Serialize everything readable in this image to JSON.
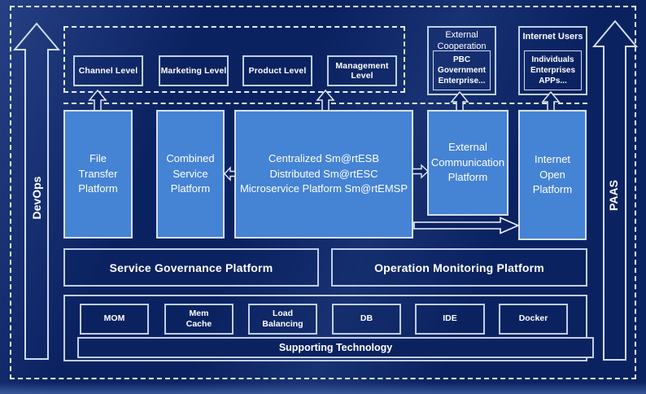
{
  "diagram": {
    "rails": {
      "devops": "DevOps",
      "paas": "PAAS"
    },
    "levels": [
      "Channel Level",
      "Marketing Level",
      "Product Level",
      "Management Level"
    ],
    "external_cooperation": {
      "title": "External\nCooperation",
      "member": "PBC Government\nEnterprise..."
    },
    "internet_users": {
      "title": "Internet Users",
      "member": "Individuals\nEnterprises\nAPPs..."
    },
    "platforms": {
      "file_transfer": "File\nTransfer\nPlatform",
      "combined_service": "Combined\nService\nPlatform",
      "central": "Centralized Sm@rtESB\nDistributed Sm@rtESC\nMicroservice Platform Sm@rtEMSP",
      "external_communication": "External\nCommunication\nPlatform",
      "internet_open": "Internet\nOpen\nPlatform"
    },
    "governance": "Service Governance Platform",
    "monitoring": "Operation Monitoring Platform",
    "technologies": [
      "MOM",
      "Mem\nCache",
      "Load\nBalancing",
      "DB",
      "IDE",
      "Docker"
    ],
    "supporting": "Supporting Technology",
    "colors": {
      "background": "#0b2261",
      "platform_blue": "#4583d4",
      "border_light": "#bfcfe9",
      "dashed_line": "#e6edf8",
      "text": "#ffffff"
    }
  }
}
